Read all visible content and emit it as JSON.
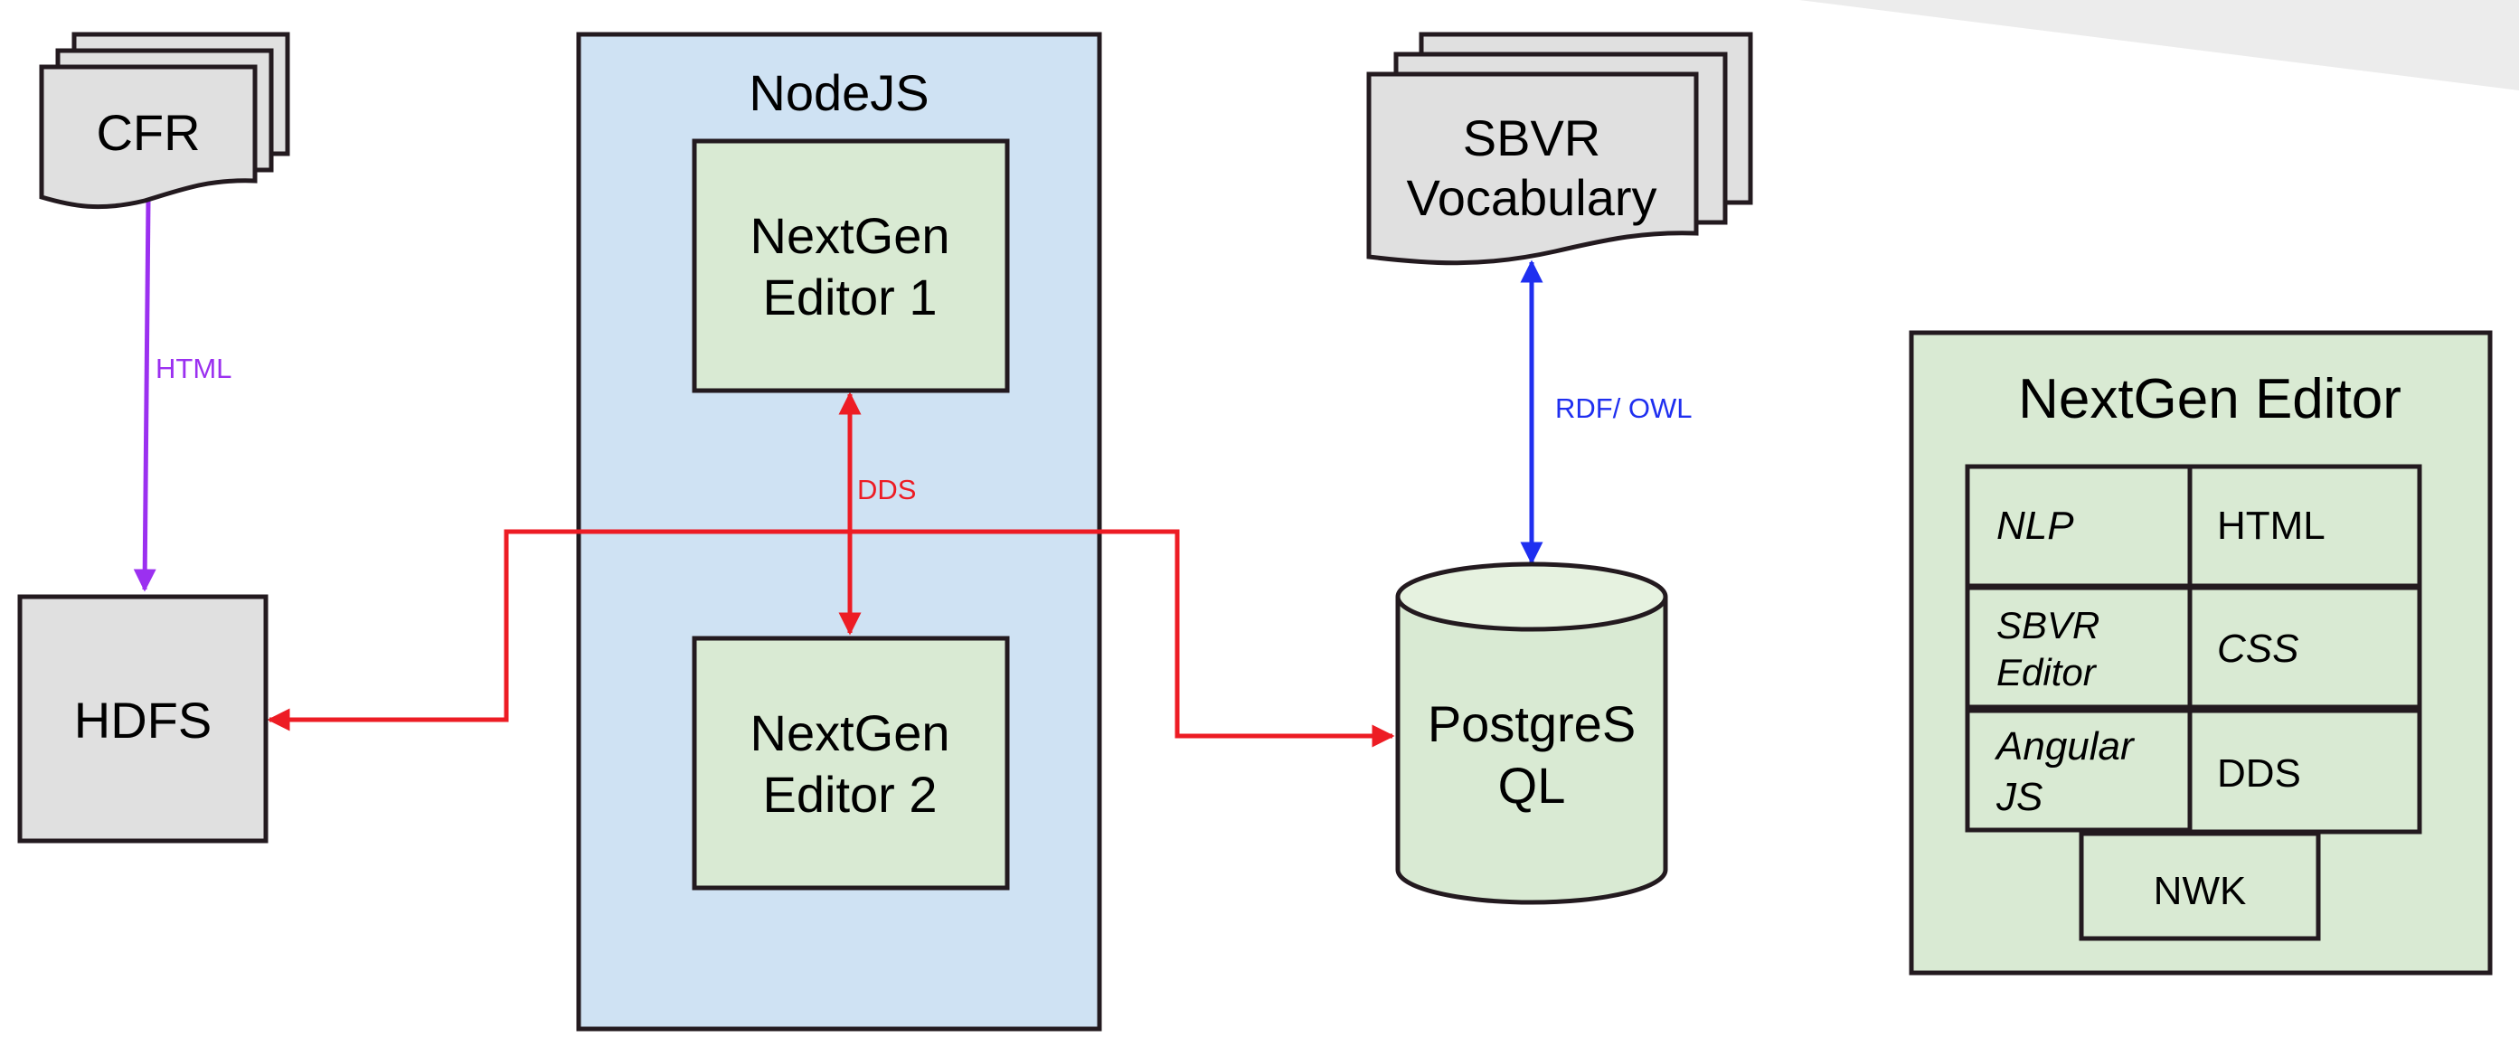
{
  "colors": {
    "gray_fill": "#e0e0e0",
    "green_fill": "#d9ead3",
    "blue_fill": "#cfe2f3",
    "stroke": "#231a1f",
    "red": "#ed1c24",
    "blue": "#1f2ff0",
    "purple": "#9b30f0"
  },
  "nodes": {
    "cfr": "CFR",
    "hdfs": "HDFS",
    "nodejs": "NodeJS",
    "editor1": [
      "NextGen",
      "Editor 1"
    ],
    "editor2": [
      "NextGen",
      "Editor 2"
    ],
    "sbvr": [
      "SBVR",
      "Vocabulary"
    ],
    "postgres": [
      "PostgreS",
      "QL"
    ]
  },
  "edges": {
    "cfr_hdfs": "HTML",
    "editor_dds": "DDS",
    "sbvr_postgres": "RDF/ OWL"
  },
  "legend": {
    "title": "NextGen Editor",
    "cells": {
      "nlp": "NLP",
      "html": "HTML",
      "sbvr_editor": [
        "SBVR",
        "Editor"
      ],
      "css": "CSS",
      "angular": [
        "Angular",
        "JS"
      ],
      "dds": "DDS",
      "nwk": "NWK"
    }
  }
}
